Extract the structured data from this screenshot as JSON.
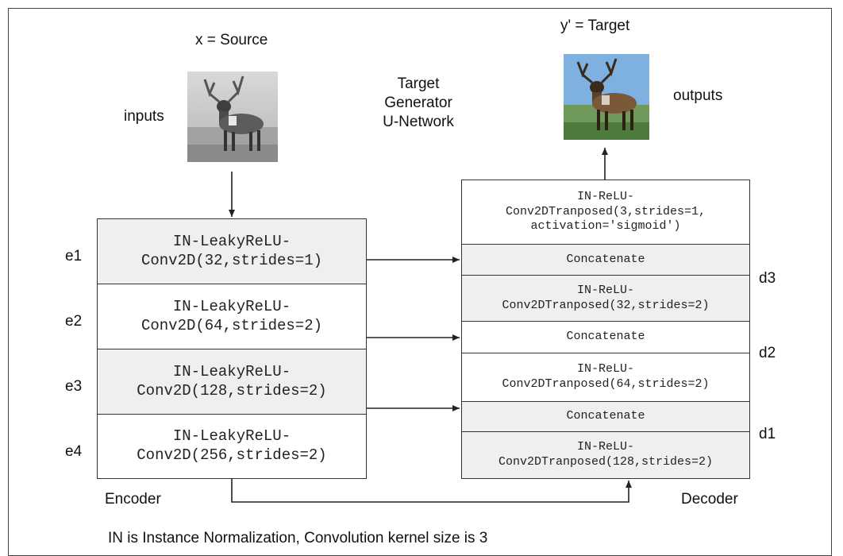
{
  "source_label": "x = Source",
  "target_label": "y' = Target",
  "inputs_label": "inputs",
  "outputs_label": "outputs",
  "generator_title": [
    "Target",
    "Generator",
    "U-Network"
  ],
  "encoder_label": "Encoder",
  "decoder_label": "Decoder",
  "footnote": "IN is Instance Normalization, Convolution kernel size is 3",
  "encoder": [
    {
      "tag": "e1",
      "line1": "IN-LeakyReLU-",
      "line2": "Conv2D(32,strides=1)"
    },
    {
      "tag": "e2",
      "line1": "IN-LeakyReLU-",
      "line2": "Conv2D(64,strides=2)"
    },
    {
      "tag": "e3",
      "line1": "IN-LeakyReLU-",
      "line2": "Conv2D(128,strides=2)"
    },
    {
      "tag": "e4",
      "line1": "IN-LeakyReLU-",
      "line2": "Conv2D(256,strides=2)"
    }
  ],
  "decoder": {
    "output_block": [
      "IN-ReLU-",
      "Conv2DTranposed(3,strides=1,",
      "activation='sigmoid')"
    ],
    "d3": {
      "tag": "d3",
      "concat": "Concatenate",
      "line1": "IN-ReLU-",
      "line2": "Conv2DTranposed(32,strides=2)"
    },
    "d2": {
      "tag": "d2",
      "concat": "Concatenate",
      "line1": "IN-ReLU-",
      "line2": "Conv2DTranposed(64,strides=2)"
    },
    "d1": {
      "tag": "d1",
      "concat": "Concatenate",
      "line1": "IN-ReLU-",
      "line2": "Conv2DTranposed(128,strides=2)"
    }
  }
}
